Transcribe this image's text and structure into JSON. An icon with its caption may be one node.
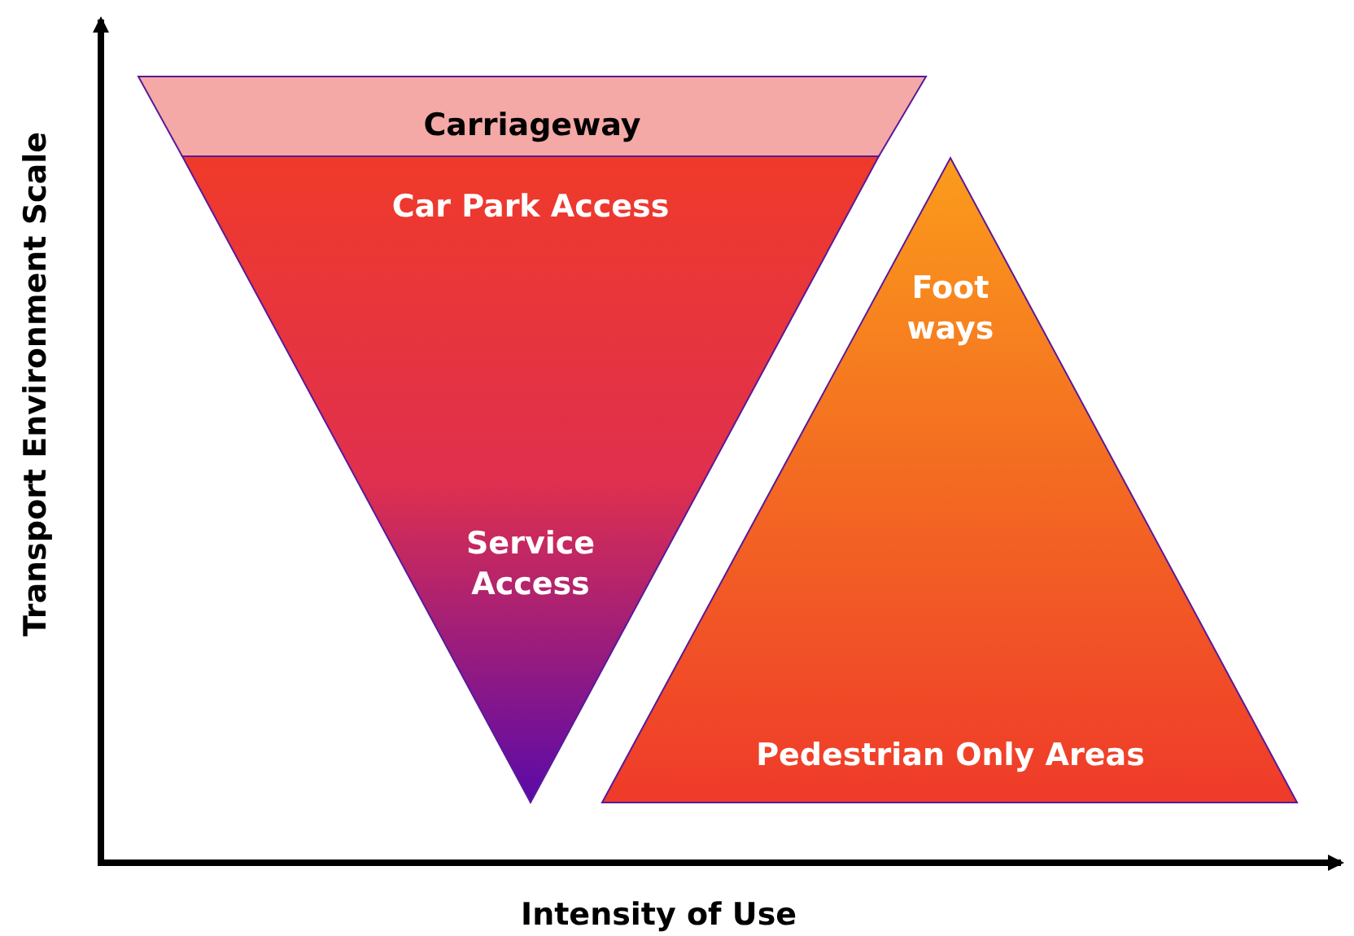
{
  "diagram": {
    "nodes": [
      {
        "text": [
          "Carriageway"
        ]
      },
      {
        "text": [
          "Car Park Access",
          "Service Access"
        ]
      },
      {
        "text": [
          "Foot ways",
          "Pedestrian Only Areas"
        ]
      }
    ],
    "labels": [
      "Transport Environment Scale",
      "Intensity of Use"
    ]
  }
}
